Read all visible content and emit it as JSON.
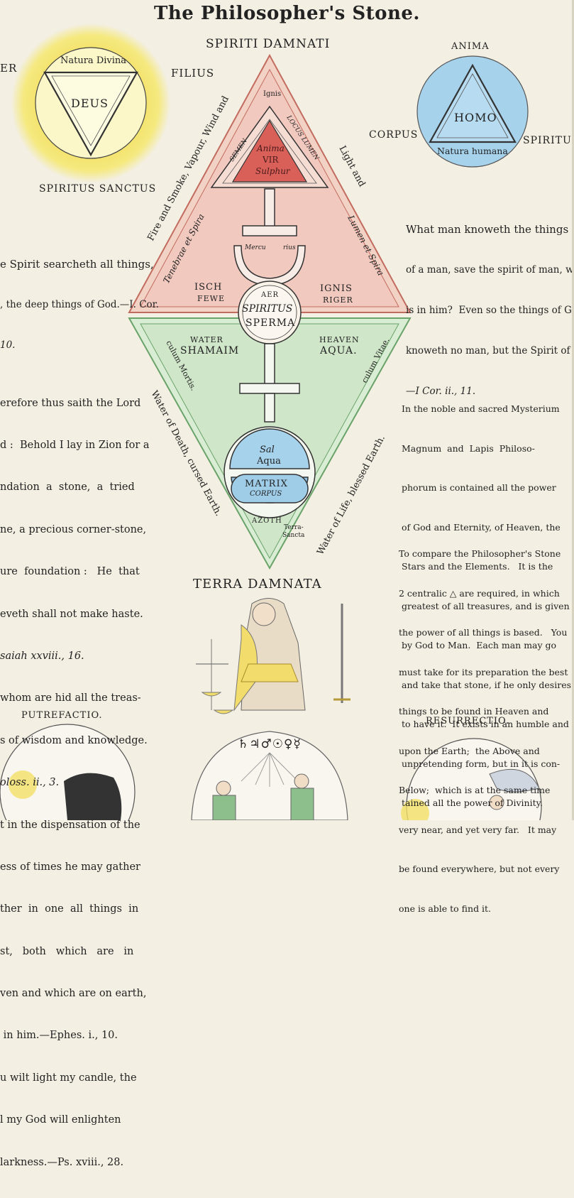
{
  "title": "The Philosopher's Stone.",
  "colors": {
    "paper": "#f3efe2",
    "sun": "#f2e066",
    "sun_core": "#fbf7c8",
    "pink": "#f1c9bf",
    "red": "#d96058",
    "green": "#cfe6c9",
    "blue": "#a6d2ec",
    "ink": "#222222"
  },
  "god_circle": {
    "left": "ER",
    "right": "FILIUS",
    "top": "Natura Divina",
    "center": "DEUS",
    "bottom": "SPIRITUS SANCTUS"
  },
  "man_circle": {
    "top": "ANIMA",
    "left": "CORPUS",
    "right": "SPIRITUS",
    "center": "HOMO",
    "bottom": "Natura humana"
  },
  "diamond": {
    "top_label": "SPIRITI DAMNATI",
    "bottom_label": "TERRA DAMNATA",
    "ignis_top": "Ignis",
    "semen": "SEMEN",
    "locus_lumen": "LOCUS LUMEN",
    "anima": "Anima",
    "vir": "VIR",
    "sulphur": "Sulphur",
    "mercu": "Mercu",
    "rius": "rius",
    "isch": "ISCH",
    "fewe": "FEWE",
    "ignis": "IGNIS",
    "riger": "RIGER",
    "aer": "AER",
    "spiritus": "SPIRITUS",
    "sperma": "SPERMA",
    "water": "WATER",
    "shamaim": "SHAMAIM",
    "heaven": "HEAVEN",
    "aqua_upper": "AQUA.",
    "sal": "Sal",
    "aqua": "Aqua",
    "matrix": "MATRIX",
    "corpus": "CORPUS",
    "azoth": "AZOTH",
    "terra": "Terra-",
    "sancta": "Sancta",
    "side_fire": "Fire and Smoke, Vapour, Wind and",
    "side_light": "Light and",
    "tenebrae": "Tenebrae et Spira",
    "lumen_spira": "Lumen et Spira",
    "culum_mortis": "culum Mortis.",
    "culum_vitae": "culum Vitae.",
    "water_death": "Water of Death, cursed Earth.",
    "water_life": "Water of Life, blessed Earth."
  },
  "quote_right_top": [
    "What man knoweth the things",
    "of a man, save the spirit of man, which",
    "is in him?  Even so the things of God",
    "knoweth no man, but the Spirit of God.",
    "—I Cor. ii., 11."
  ],
  "quote_left_top": [
    "e Spirit searcheth all things,",
    ", the deep things of God.—I. Cor.",
    "10."
  ],
  "quote_left_main": [
    "erefore thus saith the Lord",
    "d :  Behold I lay in Zion for a",
    "ndation  a  stone,  a  tried",
    "ne, a precious corner-stone,",
    "ure  foundation :   He  that",
    "eveth shall not make haste.",
    "saiah xxviii., 16.",
    "whom are hid all the treas-",
    "s of wisdom and knowledge.",
    "oloss. ii., 3.",
    "t in the dispensation of the",
    "ess of times he may gather",
    "ther  in  one  all  things  in",
    "st,   both   which   are   in",
    "ven and which are on earth,",
    " in him.—Ephes. i., 10.",
    "u wilt light my candle, the",
    "l my God will enlighten",
    "larkness.—Ps. xviii., 28."
  ],
  "quote_right_mid": [
    "In the noble and sacred Mysterium",
    "Magnum  and  Lapis  Philoso-",
    "phorum is contained all the power",
    "of God and Eternity, of Heaven, the",
    "Stars and the Elements.   It is the",
    "greatest of all treasures, and is given",
    "by God to Man.  Each man may go",
    "and take that stone, if he only desires",
    "to have it.  It exists in an humble and",
    "unpretending form, but in it is con-",
    "tained all the power of Divinity."
  ],
  "quote_right_low": [
    "To compare the Philosopher's Stone",
    "2 centralic △ are required, in which",
    "the power of all things is based.   You",
    "must take for its preparation the best",
    "things to be found in Heaven and",
    "upon the Earth;  the Above and",
    "Below;  which is at the same time",
    "very near, and yet very far.   It may",
    "be found everywhere, but not every",
    "one is able to find it."
  ],
  "bottom": {
    "putrefactio": "PUTREFACTIO.",
    "resurrectio": "RESURRECTIO.",
    "symbols": "♄♃♂☉♀☿"
  }
}
